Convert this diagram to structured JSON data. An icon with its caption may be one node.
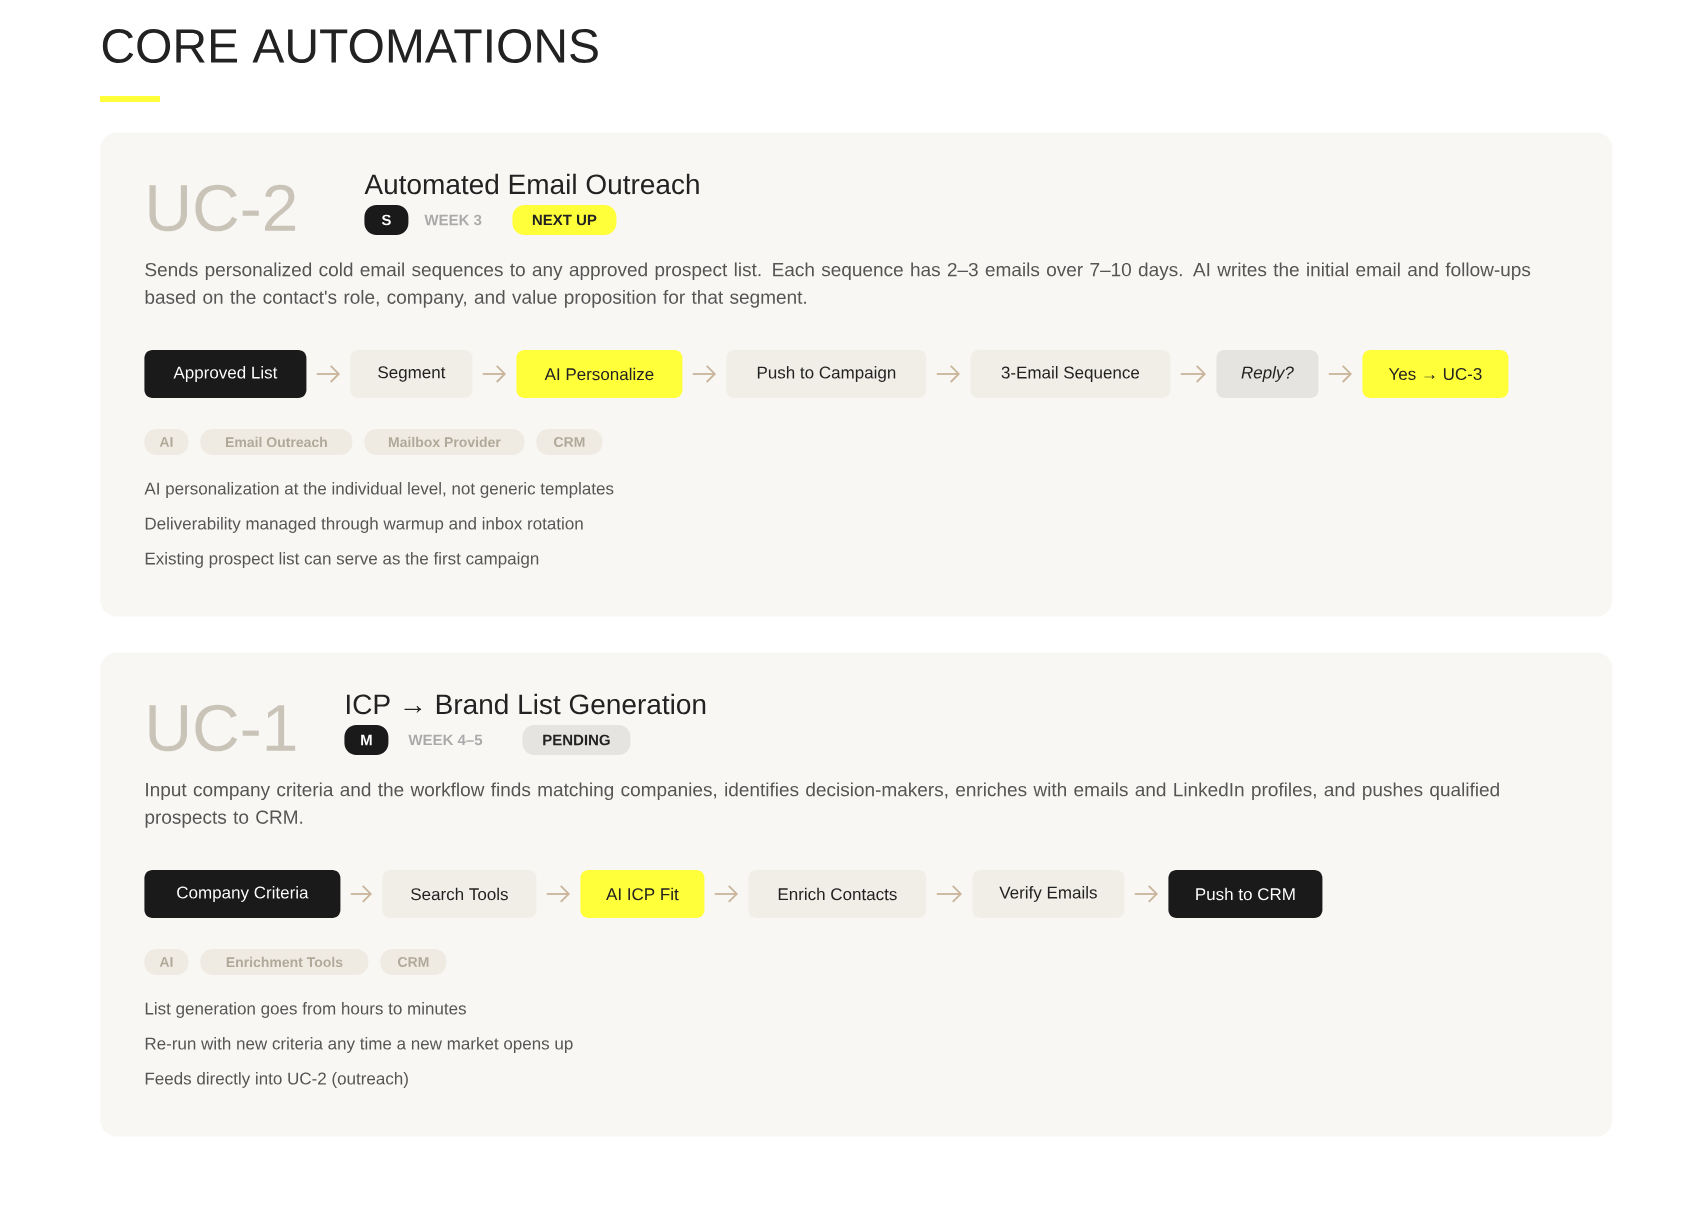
{
  "diagram": {
    "title": "CORE AUTOMATIONS",
    "nodes": [
      {
        "text": [
          "UC-2",
          "Automated Email Outreach",
          "WEEK 3",
          "Sends personalized cold email sequences to any approved prospect list. Each sequence has 2–3 emails over 7–10 days. AI writes the initial email and follow-ups based on the contact's role, company, and value proposition for that segment.",
          "AI personalization at the individual level, not generic templates",
          "Deliverability managed through warmup and inbox rotation",
          "Existing prospect list can serve as the first campaign"
        ]
      },
      {
        "text": [
          "S"
        ],
        "in": 0
      },
      {
        "text": [
          "NEXT UP"
        ],
        "in": 0
      },
      {
        "text": [
          "Approved List"
        ],
        "in": 0
      },
      {
        "text": [
          "Segment"
        ],
        "in": 0
      },
      {
        "text": [
          "AI Personalize"
        ],
        "in": 0
      },
      {
        "text": [
          "Push to Campaign"
        ],
        "in": 0
      },
      {
        "text": [
          "3-Email Sequence"
        ],
        "in": 0
      },
      {
        "text": [
          "Reply?"
        ],
        "in": 0
      },
      {
        "text": [
          "Yes → UC-3"
        ],
        "in": 0
      },
      {
        "text": [
          "AI"
        ],
        "in": 0
      },
      {
        "text": [
          "Email Outreach"
        ],
        "in": 0
      },
      {
        "text": [
          "Mailbox Provider"
        ],
        "in": 0
      },
      {
        "text": [
          "CRM"
        ],
        "in": 0
      },
      {
        "text": [
          "UC-1",
          "ICP → Brand List Generation",
          "WEEK 4–5",
          "Input company criteria and the workflow finds matching companies, identifies decision-makers, enriches with emails and LinkedIn profiles, and pushes qualified prospects to CRM.",
          "List generation goes from hours to minutes",
          "Re-run with new criteria any time a new market opens up",
          "Feeds directly into UC-2 (outreach)"
        ]
      },
      {
        "text": [
          "M"
        ],
        "in": 14
      },
      {
        "text": [
          "PENDING"
        ],
        "in": 14
      },
      {
        "text": [
          "Company Criteria"
        ],
        "in": 14
      },
      {
        "text": [
          "Search Tools"
        ],
        "in": 14
      },
      {
        "text": [
          "AI ICP Fit"
        ],
        "in": 14
      },
      {
        "text": [
          "Enrich Contacts"
        ],
        "in": 14
      },
      {
        "text": [
          "Verify Emails"
        ],
        "in": 14
      },
      {
        "text": [
          "Push to CRM"
        ],
        "in": 14
      },
      {
        "text": [
          "AI"
        ],
        "in": 14
      },
      {
        "text": [
          "Enrichment Tools"
        ],
        "in": 14
      },
      {
        "text": [
          "CRM"
        ],
        "in": 14
      }
    ],
    "edges": [
      {
        "from": 3,
        "to": 4,
        "arrow": "to"
      },
      {
        "from": 4,
        "to": 5,
        "arrow": "to"
      },
      {
        "from": 5,
        "to": 6,
        "arrow": "to"
      },
      {
        "from": 6,
        "to": 7,
        "arrow": "to"
      },
      {
        "from": 7,
        "to": 8,
        "arrow": "to"
      },
      {
        "from": 8,
        "to": 9,
        "arrow": "to"
      },
      {
        "from": 17,
        "to": 18,
        "arrow": "to"
      },
      {
        "from": 18,
        "to": 19,
        "arrow": "to"
      },
      {
        "from": 19,
        "to": 20,
        "arrow": "to"
      },
      {
        "from": 20,
        "to": 21,
        "arrow": "to"
      },
      {
        "from": 21,
        "to": 22,
        "arrow": "to"
      }
    ]
  }
}
